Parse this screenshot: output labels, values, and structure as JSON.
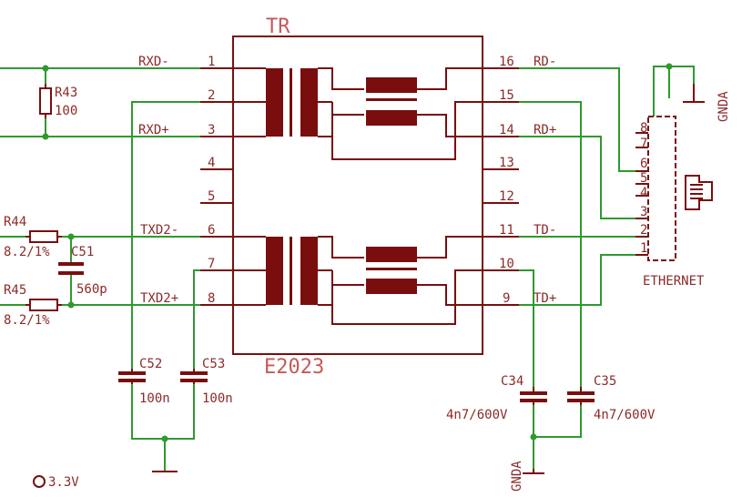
{
  "transformer": {
    "name": "TR",
    "value": "E2023",
    "pins_left": [
      {
        "num": "1",
        "label": "RXD-"
      },
      {
        "num": "2",
        "label": ""
      },
      {
        "num": "3",
        "label": "RXD+"
      },
      {
        "num": "4",
        "label": ""
      },
      {
        "num": "5",
        "label": ""
      },
      {
        "num": "6",
        "label": "TXD2-"
      },
      {
        "num": "7",
        "label": ""
      },
      {
        "num": "8",
        "label": "TXD2+"
      }
    ],
    "pins_right": [
      {
        "num": "16",
        "label": "RD-"
      },
      {
        "num": "15",
        "label": ""
      },
      {
        "num": "14",
        "label": "RD+"
      },
      {
        "num": "13",
        "label": ""
      },
      {
        "num": "12",
        "label": ""
      },
      {
        "num": "11",
        "label": "TD-"
      },
      {
        "num": "10",
        "label": ""
      },
      {
        "num": "9",
        "label": "TD+"
      }
    ]
  },
  "resistors": {
    "r43": {
      "name": "R43",
      "value": "100"
    },
    "r44": {
      "name": "R44",
      "value": "8.2/1%"
    },
    "r45": {
      "name": "R45",
      "value": "8.2/1%"
    }
  },
  "capacitors": {
    "c51": {
      "name": "C51",
      "value": "560p"
    },
    "c52": {
      "name": "C52",
      "value": "100n"
    },
    "c53": {
      "name": "C53",
      "value": "100n"
    },
    "c34": {
      "name": "C34",
      "value": "4n7/600V"
    },
    "c35": {
      "name": "C35",
      "value": "4n7/600V"
    }
  },
  "connector": {
    "name": "ETHERNET",
    "pins": [
      "8",
      "7",
      "6",
      "5",
      "4",
      "3",
      "2",
      "1"
    ]
  },
  "supplies": {
    "gnda_top": "GNDA",
    "gnda_bottom": "GNDA",
    "v33": "3.3V"
  }
}
